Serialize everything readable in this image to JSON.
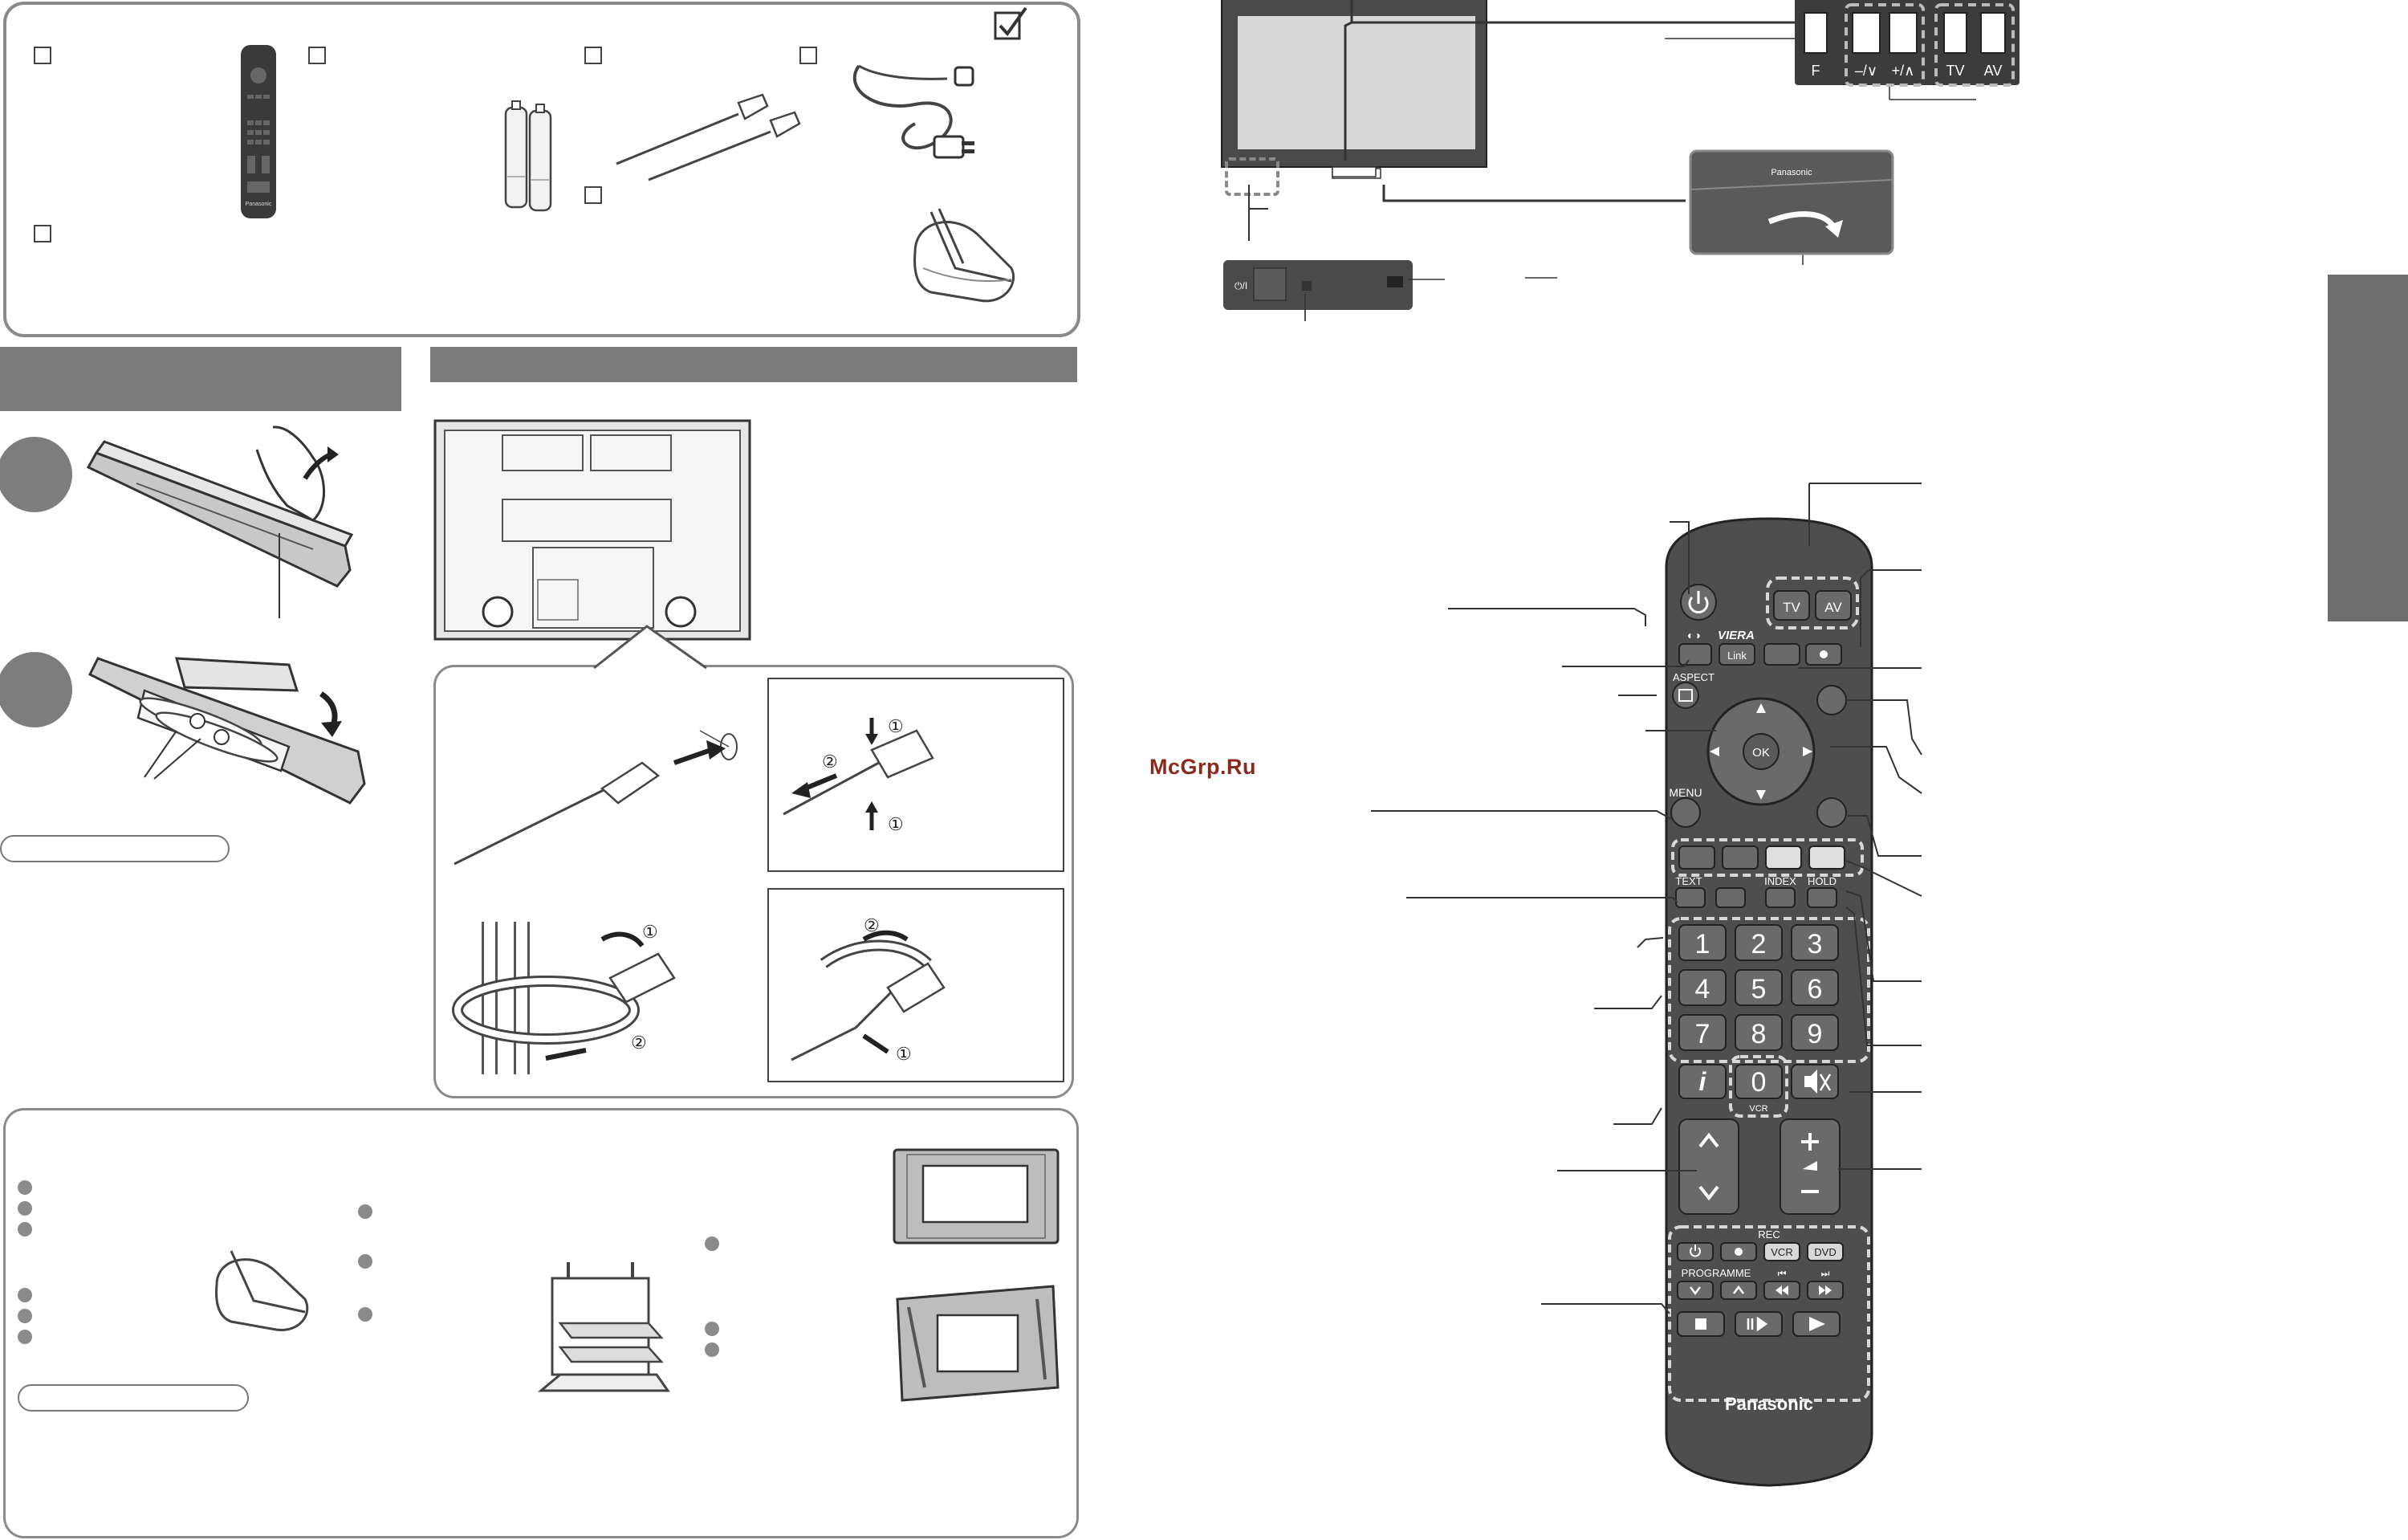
{
  "watermark": "McGrp.Ru",
  "side_tab_color": "#6e6e6e",
  "tv_panel": {
    "buttons": [
      "F",
      "–/∨",
      "+/∧",
      "TV",
      "AV"
    ],
    "power_label": "⏻/I",
    "frame_brand": "Panasonic"
  },
  "remote": {
    "brand": "Panasonic",
    "logo": "VIERA",
    "top": {
      "tv": "TV",
      "av": "AV",
      "link": "Link",
      "aspect": "ASPECT",
      "ok": "OK",
      "menu": "MENU"
    },
    "teletext": {
      "text": "TEXT",
      "index": "INDEX",
      "hold": "HOLD"
    },
    "digits": [
      "1",
      "2",
      "3",
      "4",
      "5",
      "6",
      "7",
      "8",
      "9"
    ],
    "zero": "0",
    "zero_sub": "VCR",
    "info": "i",
    "rec_block": {
      "rec": "REC",
      "programme": "PROGRAMME",
      "vcr": "VCR",
      "dvd": "DVD"
    }
  },
  "icons": [
    "power-icon",
    "mute-icon",
    "chevron-up-icon",
    "chevron-down-icon",
    "plus-icon",
    "minus-icon",
    "play-icon",
    "stop-icon",
    "pause-icon",
    "rewind-icon",
    "fast-forward-icon",
    "skip-back-icon",
    "skip-forward-icon",
    "checkmark-icon",
    "curved-arrow-icon"
  ],
  "step_markers": [
    "①",
    "②"
  ]
}
